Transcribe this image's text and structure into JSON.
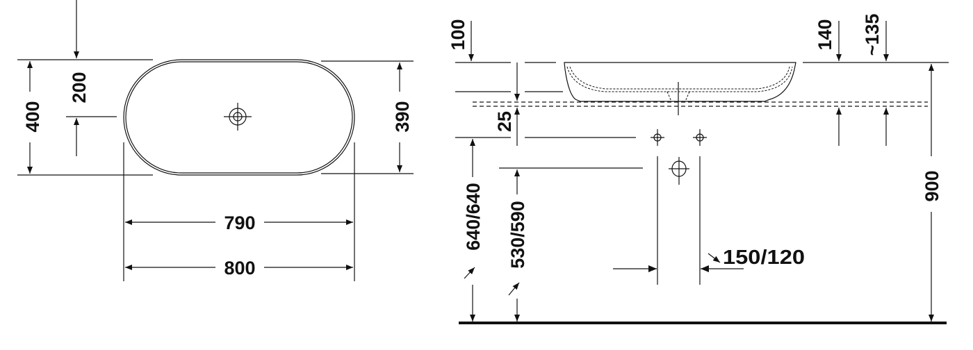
{
  "top_view": {
    "dims": {
      "height_outer": "400",
      "drain_offset": "200",
      "height_inner": "390",
      "width_inner": "790",
      "width_outer": "800"
    }
  },
  "side_view": {
    "dims": {
      "top_offset": "100",
      "counter_thickness": "25",
      "rim_height": "140",
      "bowl_height": "~135",
      "total_height": "900",
      "height_a": "640/640",
      "height_b": "530/590",
      "spacing": "150/120"
    }
  },
  "colors": {
    "line": "#111111",
    "background": "#ffffff"
  }
}
